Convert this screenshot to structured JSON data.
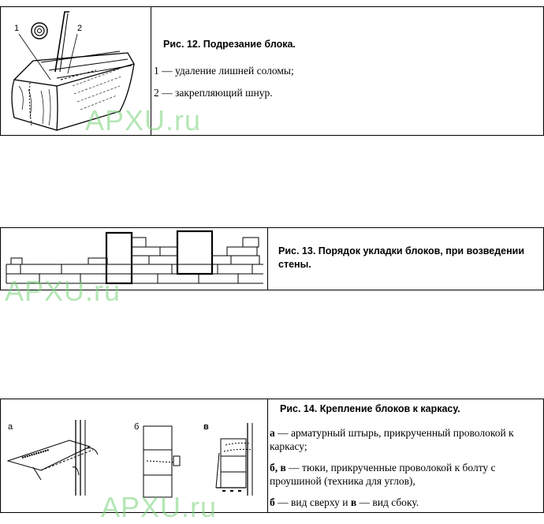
{
  "watermark": "APXU.ru",
  "figures": [
    {
      "title": "Рис. 12. Подрезание блока.",
      "illustration_labels": [
        "1",
        "2"
      ],
      "items": [
        "1 — удаление лишней соломы;",
        "2 — закрепляющий шнур."
      ]
    },
    {
      "title": "Рис. 13. Порядок укладки блоков, при возведении стены."
    },
    {
      "title": "Рис. 14. Крепление блоков к каркасу.",
      "illustration_labels": [
        "а",
        "б",
        "в"
      ],
      "items": [
        {
          "term": "а",
          "text": " — арматурный штырь, прикрученный проволокой к каркасу;"
        },
        {
          "term": "б, в",
          "text": " — тюки, прикрученные проволокой к болту с проушиной (техника для углов),"
        },
        {
          "term": "б",
          "text": " — вид сверху и ",
          "term2": "в",
          "text2": " — вид сбоку."
        }
      ]
    }
  ]
}
